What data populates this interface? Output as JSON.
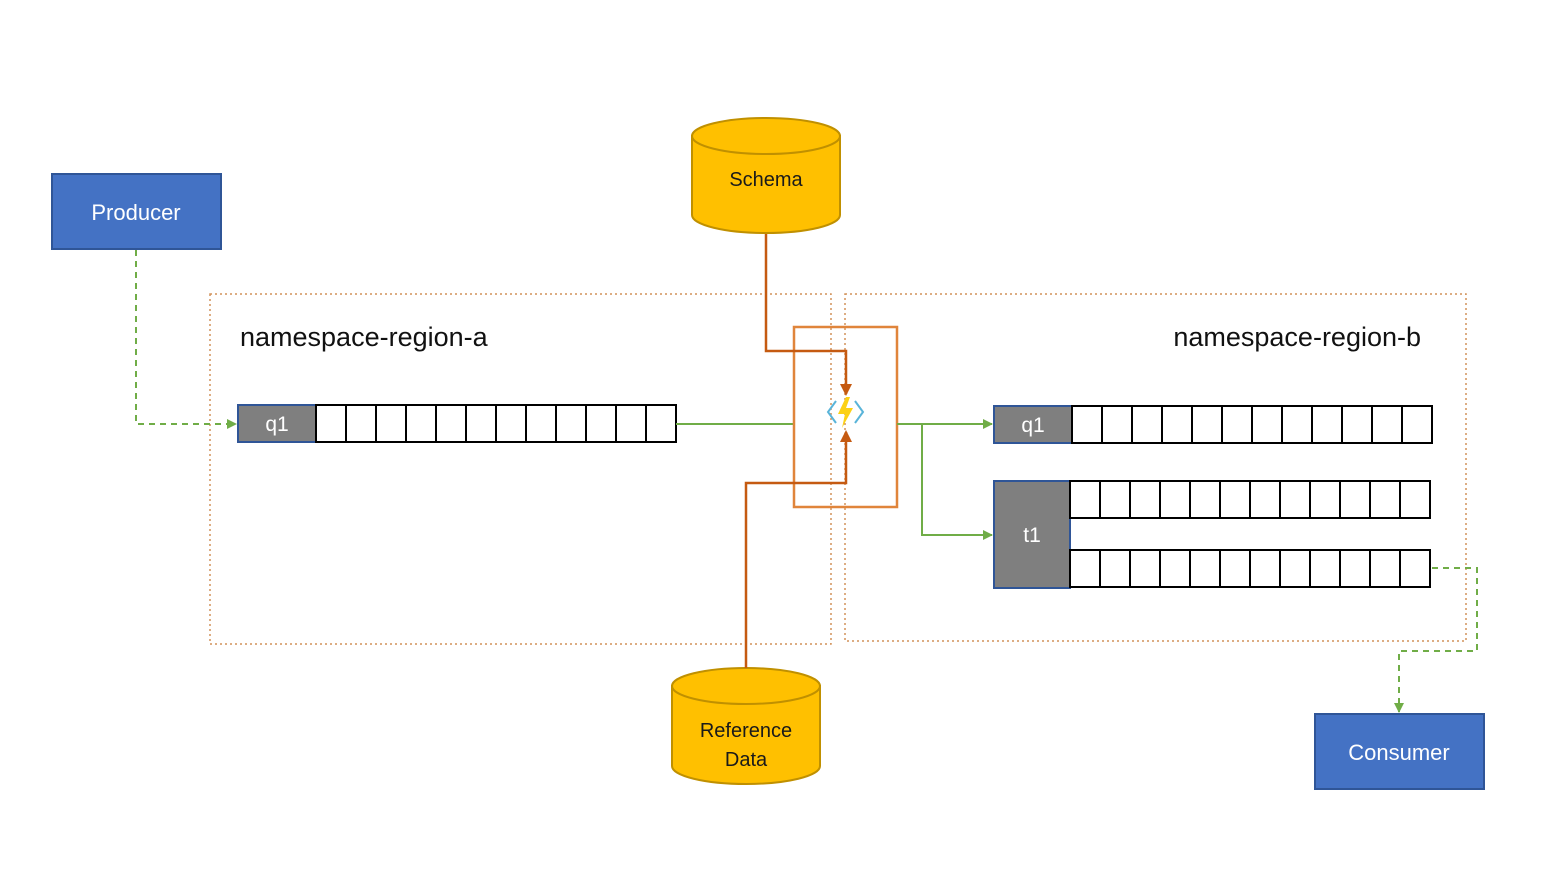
{
  "producer": {
    "label": "Producer"
  },
  "consumer": {
    "label": "Consumer"
  },
  "schema_store": {
    "label": "Schema"
  },
  "reference_store": {
    "label_line1": "Reference",
    "label_line2": "Data"
  },
  "region_a": {
    "label": "namespace-region-a",
    "queue_label": "q1"
  },
  "region_b": {
    "label": "namespace-region-b",
    "queue_label": "q1",
    "topic_label": "t1"
  },
  "function": {
    "icon": "azure-function-icon"
  },
  "colors": {
    "box_fill": "#4472c4",
    "box_border": "#2f5597",
    "db_fill": "#ffc000",
    "db_stroke": "#c09000",
    "region_border": "#d2925a",
    "function_border": "#e0853b",
    "orange_line": "#c55a11",
    "green_line": "#70ad47",
    "queue_label_fill": "#7f7f7f"
  }
}
